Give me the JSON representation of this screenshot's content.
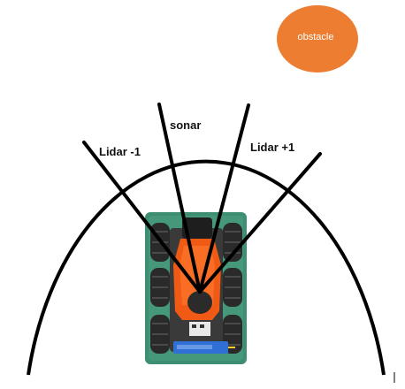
{
  "diagram": {
    "obstacle": {
      "label": "obstacle",
      "color": "#ED7D31"
    },
    "sensors": {
      "lidar_left": "Lidar -1",
      "sonar": "sonar",
      "lidar_right": "Lidar +1"
    },
    "colors": {
      "lines": "#000000",
      "robot_base": "#3e8f72",
      "robot_body": "#f05a14",
      "battery": "#2f6fd6"
    },
    "icons": {
      "robot": "rc-car-robot-icon"
    }
  }
}
